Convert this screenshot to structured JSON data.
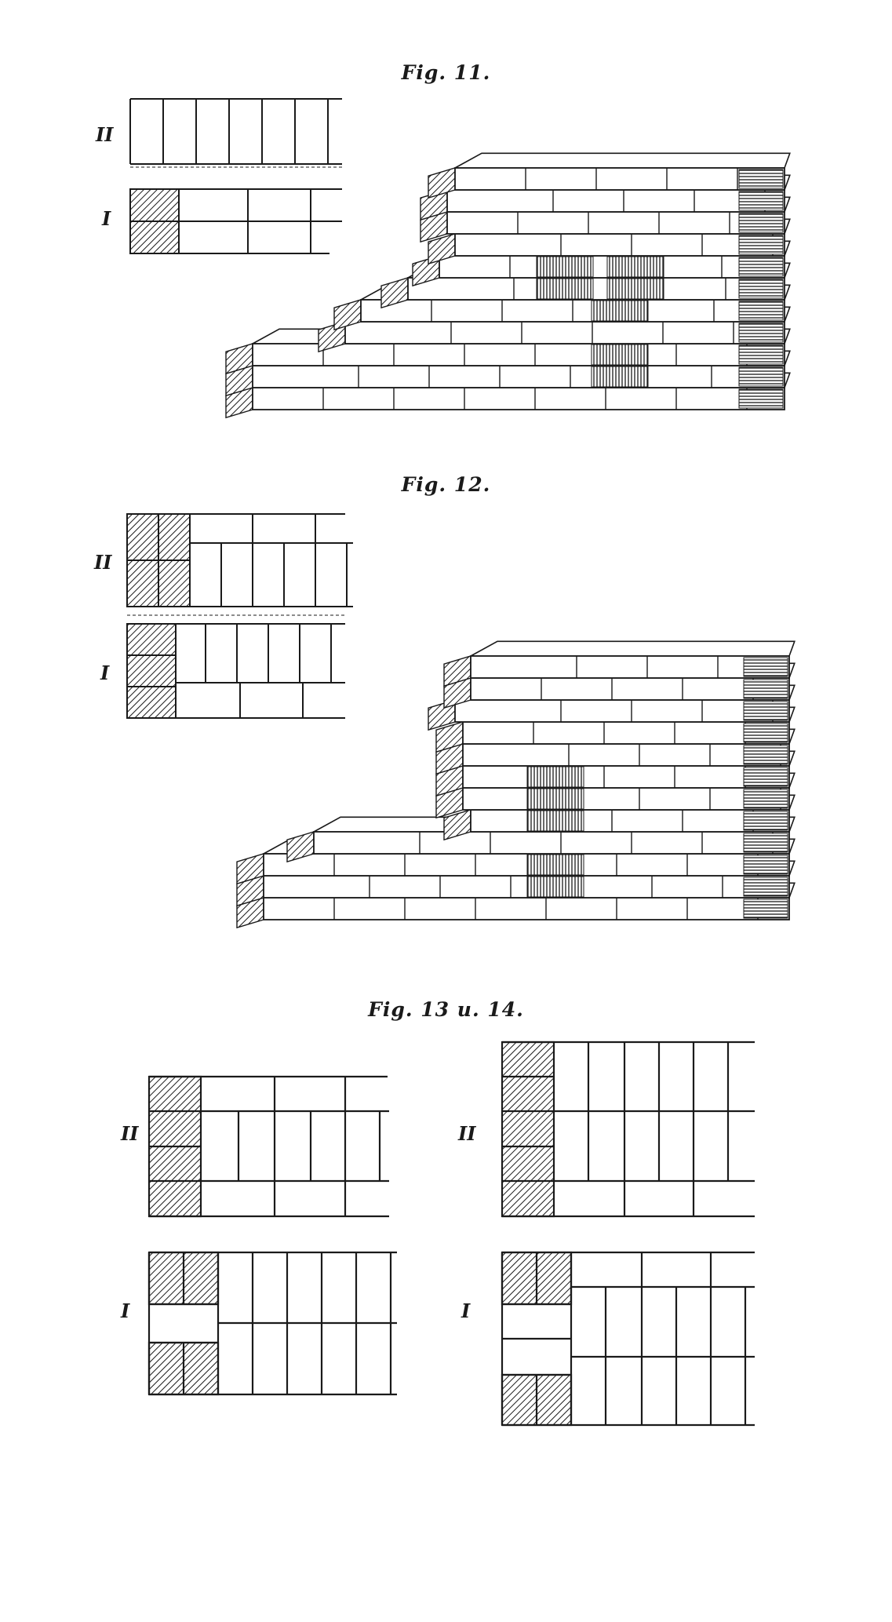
{
  "figures": {
    "fig11": {
      "caption": "Fig. 11.",
      "plan_labels": {
        "upper": "II",
        "lower": "I"
      }
    },
    "fig12": {
      "caption": "Fig. 12.",
      "plan_labels": {
        "upper": "II",
        "lower": "I"
      }
    },
    "fig13_14": {
      "caption": "Fig. 13 u. 14.",
      "fig13_labels": {
        "upper": "II",
        "lower": "I"
      },
      "fig14_labels": {
        "upper": "II",
        "lower": "I"
      }
    }
  },
  "colors": {
    "ink": "#1a1a1a",
    "paper": "#ffffff"
  }
}
